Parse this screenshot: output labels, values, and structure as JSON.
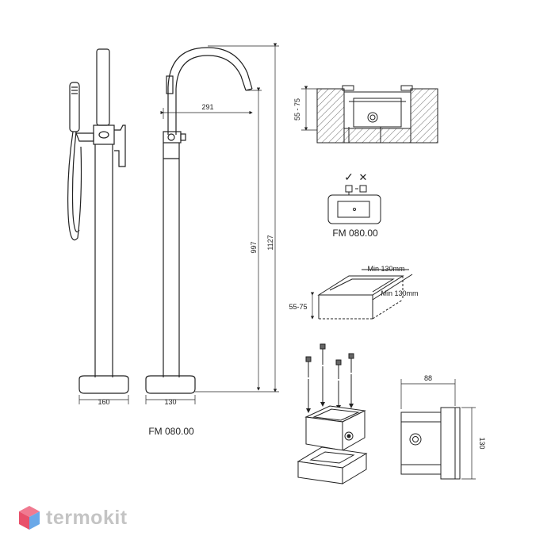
{
  "faucet_front": {
    "base_width": "160"
  },
  "faucet_side": {
    "base_width": "130",
    "spout_reach": "291",
    "height_spout": "997",
    "height_total": "1127"
  },
  "model_label": "FM 080.00",
  "recess_detail": {
    "depth": "55 - 75"
  },
  "correct_marks": {
    "check": "✓",
    "cross": "✕"
  },
  "box_detail": {
    "label": "FM 080.00"
  },
  "niche_detail": {
    "min_width": "Min 130mm",
    "min_length": "Min 130mm",
    "depth": "55-75"
  },
  "box_side": {
    "width": "88",
    "height": "130"
  },
  "brand": {
    "name": "termokit"
  },
  "colors": {
    "line": "#222222",
    "logo_gray": "#c4c4c4",
    "logo_red": "#e8506a",
    "logo_blue": "#6aa8e8"
  }
}
